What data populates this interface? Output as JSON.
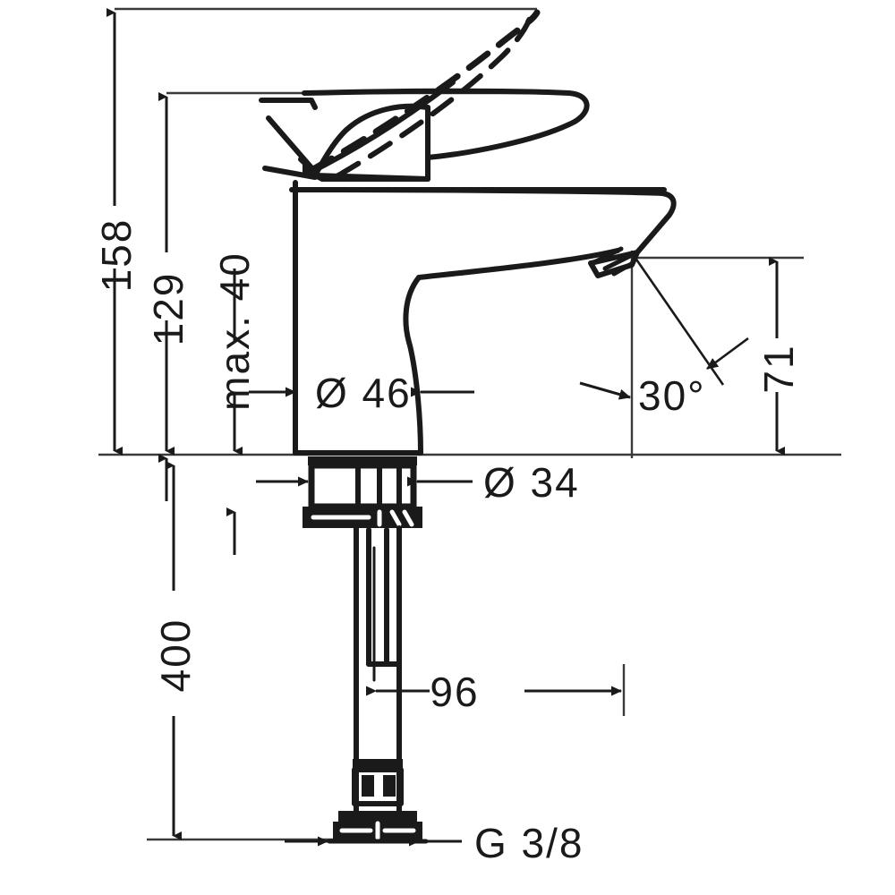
{
  "drawing": {
    "title": "Single-lever basin mixer technical dimension drawing",
    "type": "technical-line-drawing",
    "line_color": "#1a1a1a",
    "dim_line_color": "#3a3a3a",
    "background": "#ffffff",
    "units": "mm"
  },
  "dimensions": {
    "height_total": "158",
    "height_spout": "129",
    "max_opening": "max. 40",
    "body_diameter": "Ø 46",
    "shank_diameter": "Ø  34",
    "spout_projection": "71",
    "spout_angle": "30°",
    "hose_length": "400",
    "hose_offset": "96",
    "thread": "G 3/8"
  },
  "labels": [
    {
      "name": "height-158",
      "text": "158",
      "orientation": "vertical"
    },
    {
      "name": "height-129",
      "text": "129",
      "orientation": "vertical"
    },
    {
      "name": "max-40",
      "text": "max. 40",
      "orientation": "vertical"
    },
    {
      "name": "dia-46",
      "text": "Ø 46",
      "orientation": "horizontal"
    },
    {
      "name": "dia-34",
      "text": "Ø  34",
      "orientation": "horizontal"
    },
    {
      "name": "angle-30",
      "text": "30°",
      "orientation": "horizontal"
    },
    {
      "name": "reach-71",
      "text": "71",
      "orientation": "vertical"
    },
    {
      "name": "length-400",
      "text": "400",
      "orientation": "vertical"
    },
    {
      "name": "offset-96",
      "text": "96",
      "orientation": "horizontal"
    },
    {
      "name": "thread-g38",
      "text": "G 3/8",
      "orientation": "horizontal"
    }
  ]
}
